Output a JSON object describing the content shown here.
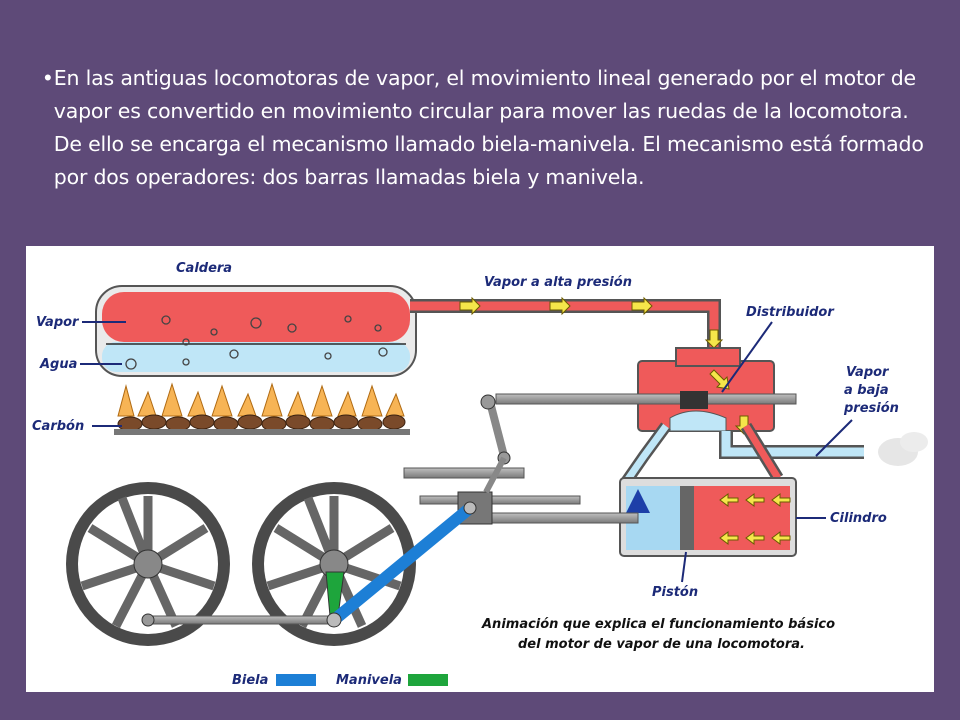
{
  "slide": {
    "bullet_text": "En las antiguas locomotoras de vapor, el movimiento lineal generado por el motor de vapor es convertido en movimiento circular para mover las ruedas de la locomotora. De ello se encarga el mecanismo llamado biela-manivela. El mecanismo está formado por dos operadores: dos barras llamadas biela y manivela."
  },
  "diagram": {
    "labels": {
      "caldera": "Caldera",
      "vapor": "Vapor",
      "agua": "Agua",
      "carbon": "Carbón",
      "vapor_alta": "Vapor a alta presión",
      "distribuidor": "Distribuidor",
      "vapor_baja_1": "Vapor",
      "vapor_baja_2": "a baja",
      "vapor_baja_3": "presión",
      "cilindro": "Cilindro",
      "piston": "Pistón",
      "caption_1": "Animación que explica el funcionamiento básico",
      "caption_2": "del motor de vapor de una locomotora.",
      "legend_biela": "Biela",
      "legend_manivela": "Manivela"
    },
    "colors": {
      "steam_high": "#ef5a5a",
      "water": "#a7d8f2",
      "biela": "#1d7fd6",
      "manivela": "#1ea53c",
      "label_text": "#1c2a78",
      "arrow_fill": "#f5e64a"
    }
  }
}
